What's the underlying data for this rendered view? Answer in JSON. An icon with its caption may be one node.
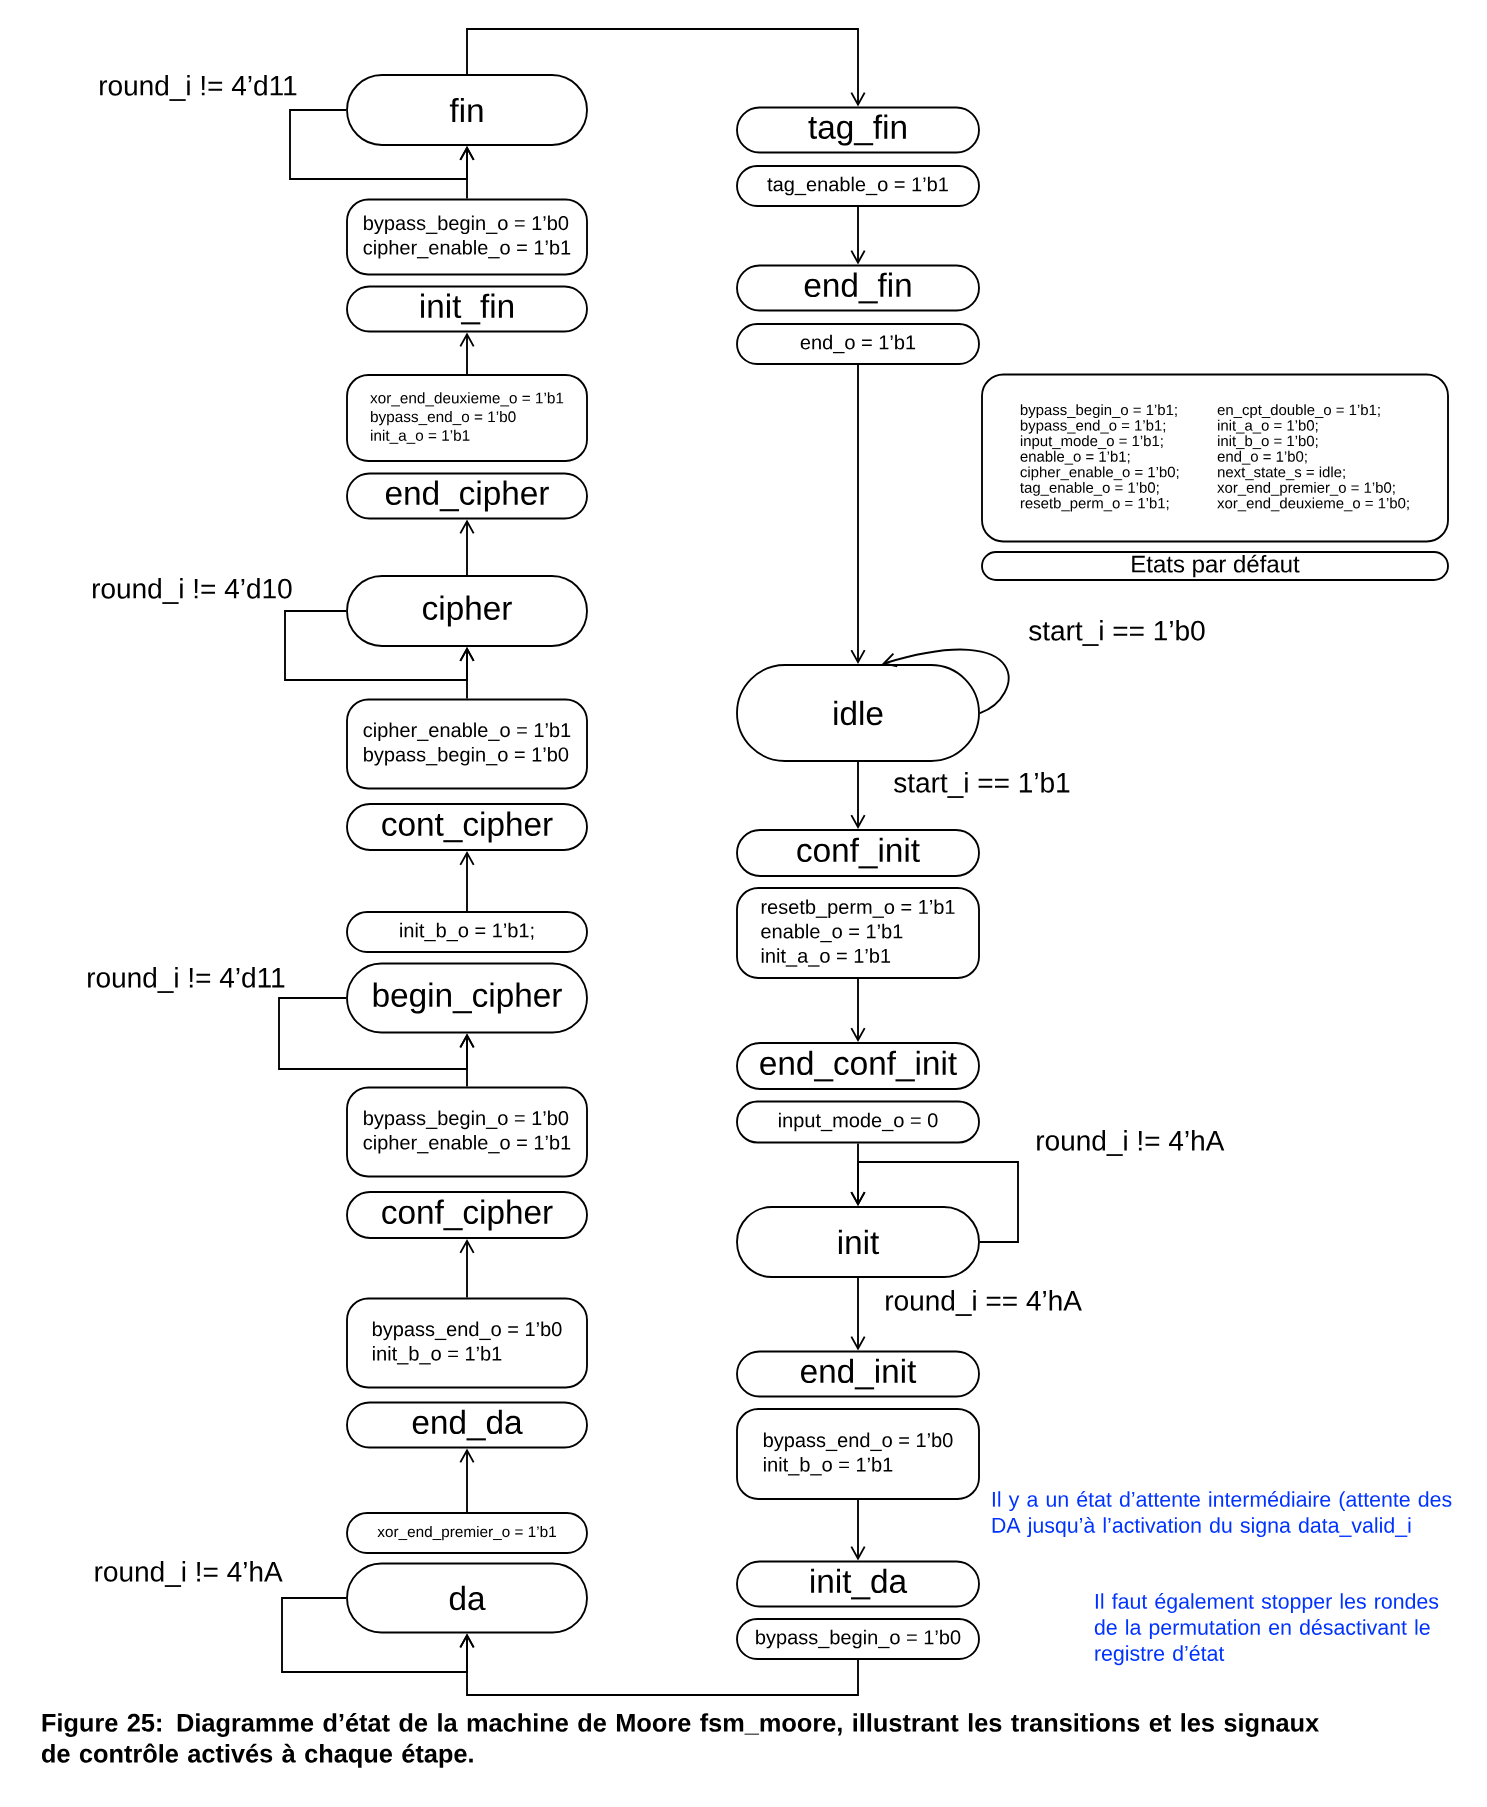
{
  "diagram": {
    "caption": "Figure 25: Diagramme d’état de la machine de Moore fsm_moore, illustrant les transitions et les signaux de contrôle activés à chaque étape.",
    "nodes": [
      {
        "text": [
          "fin"
        ]
      },
      {
        "text": [
          "bypass_begin_o = 1’b0",
          "cipher_enable_o = 1’b1"
        ]
      },
      {
        "text": [
          "init_fin"
        ]
      },
      {
        "text": [
          "xor_end_deuxieme_o = 1’b1",
          "bypass_end_o = 1’b0",
          "init_a_o = 1’b1"
        ]
      },
      {
        "text": [
          "end_cipher"
        ]
      },
      {
        "text": [
          "cipher"
        ]
      },
      {
        "text": [
          "cipher_enable_o = 1’b1",
          "bypass_begin_o = 1’b0"
        ]
      },
      {
        "text": [
          "cont_cipher"
        ]
      },
      {
        "text": [
          "init_b_o = 1’b1;"
        ]
      },
      {
        "text": [
          "begin_cipher"
        ]
      },
      {
        "text": [
          "bypass_begin_o = 1’b0",
          "cipher_enable_o = 1’b1"
        ]
      },
      {
        "text": [
          "conf_cipher"
        ]
      },
      {
        "text": [
          "bypass_end_o = 1’b0",
          "init_b_o = 1’b1"
        ]
      },
      {
        "text": [
          "end_da"
        ]
      },
      {
        "text": [
          "xor_end_premier_o = 1’b1"
        ]
      },
      {
        "text": [
          "da"
        ]
      },
      {
        "text": [
          "tag_fin"
        ]
      },
      {
        "text": [
          "tag_enable_o = 1’b1"
        ]
      },
      {
        "text": [
          "end_fin"
        ]
      },
      {
        "text": [
          "end_o = 1’b1"
        ]
      },
      {
        "text": [
          "bypass_begin_o = 1’b1;",
          "bypass_end_o = 1’b1;",
          "input_mode_o = 1’b1;",
          "enable_o = 1’b1;",
          "cipher_enable_o = 1’b0;",
          "tag_enable_o = 1’b0;",
          "resetb_perm_o = 1’b1;",
          "en_cpt_double_o = 1’b1;",
          "init_a_o = 1’b0;",
          "init_b_o = 1’b0;",
          "end_o = 1’b0;",
          "next_state_s = idle;",
          "xor_end_premier_o = 1’b0;",
          "xor_end_deuxieme_o = 1’b0;"
        ]
      },
      {
        "text": [
          "Etats par défaut"
        ]
      },
      {
        "text": [
          "idle"
        ]
      },
      {
        "text": [
          "conf_init"
        ]
      },
      {
        "text": [
          "resetb_perm_o = 1’b1",
          "enable_o = 1’b1",
          "init_a_o = 1’b1"
        ]
      },
      {
        "text": [
          "end_conf_init"
        ]
      },
      {
        "text": [
          "input_mode_o = 0"
        ]
      },
      {
        "text": [
          "init"
        ]
      },
      {
        "text": [
          "end_init"
        ]
      },
      {
        "text": [
          "bypass_end_o = 1’b0",
          "init_b_o = 1’b1"
        ]
      },
      {
        "text": [
          "init_da"
        ]
      },
      {
        "text": [
          "bypass_begin_o = 1’b0"
        ]
      }
    ],
    "edges": [
      {
        "from": 0,
        "to": 16,
        "arrow": "to"
      },
      {
        "from": 0,
        "to": 0,
        "arrow": "to",
        "label": "round_i != 4’d11"
      },
      {
        "from": 1,
        "to": 0,
        "arrow": "to"
      },
      {
        "from": 3,
        "to": 2,
        "arrow": "to"
      },
      {
        "from": 5,
        "to": 4,
        "arrow": "to"
      },
      {
        "from": 5,
        "to": 5,
        "arrow": "to",
        "label": "round_i != 4’d10"
      },
      {
        "from": 6,
        "to": 5,
        "arrow": "to"
      },
      {
        "from": 8,
        "to": 7,
        "arrow": "to"
      },
      {
        "from": 9,
        "to": 9,
        "arrow": "to",
        "label": "round_i != 4’d11"
      },
      {
        "from": 10,
        "to": 9,
        "arrow": "to"
      },
      {
        "from": 12,
        "to": 11,
        "arrow": "to"
      },
      {
        "from": 14,
        "to": 13,
        "arrow": "to"
      },
      {
        "from": 15,
        "to": 15,
        "arrow": "to",
        "label": "round_i != 4’hA"
      },
      {
        "from": 17,
        "to": 18,
        "arrow": "to"
      },
      {
        "from": 19,
        "to": 22,
        "arrow": "to"
      },
      {
        "from": 22,
        "to": 22,
        "arrow": "to",
        "label": "start_i == 1’b0"
      },
      {
        "from": 22,
        "to": 23,
        "arrow": "to",
        "label": "start_i == 1’b1"
      },
      {
        "from": 24,
        "to": 25,
        "arrow": "to"
      },
      {
        "from": 26,
        "to": 27,
        "arrow": "to"
      },
      {
        "from": 27,
        "to": 27,
        "arrow": "to",
        "label": "round_i != 4’hA"
      },
      {
        "from": 27,
        "to": 28,
        "arrow": "to",
        "label": "round_i == 4’hA"
      },
      {
        "from": 29,
        "to": 30,
        "arrow": "to"
      },
      {
        "from": 31,
        "to": 15,
        "arrow": "to"
      }
    ],
    "labels": [
      "Il y a un état d’attente intermédiaire (attente des DA jusqu’à l’activation du signa data_valid_i",
      "Il faut également stopper les rondes de la permutation en désactivant le registre d’état"
    ]
  }
}
